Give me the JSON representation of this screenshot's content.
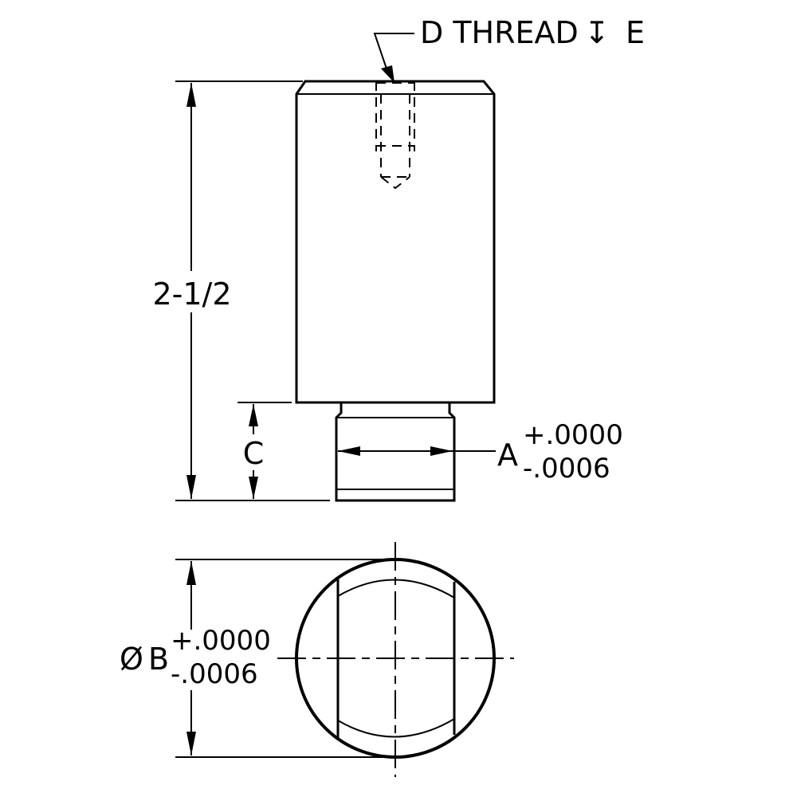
{
  "drawing": {
    "callout_thread": "D THREAD",
    "callout_depth_symbol": "↧",
    "callout_depth": "E",
    "overall_length": "2-1/2",
    "shoulder_length": "C",
    "pilot_dim": "A",
    "pilot_tol_plus": "+.0000",
    "pilot_tol_minus": "-.0006",
    "diameter_symbol": "Ø",
    "diameter_dim": "B",
    "diameter_tol_plus": "+.0000",
    "diameter_tol_minus": "-.0006"
  },
  "colors": {
    "line": "#000000",
    "background": "#ffffff"
  }
}
